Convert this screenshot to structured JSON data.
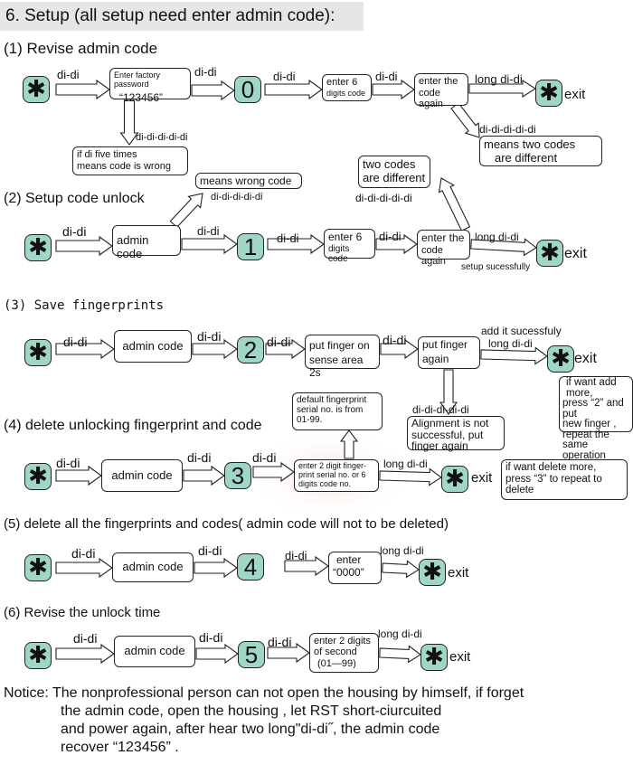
{
  "header": {
    "title": "6. Setup (all setup need enter admin code):"
  },
  "sections": [
    {
      "title": "(1) Revise  admin  code"
    },
    {
      "title": "(2) Setup  code  unlock"
    },
    {
      "title": "(3) Save  fingerprints"
    },
    {
      "title": "(4) delete unlocking  fingerprint and code"
    },
    {
      "title": "(5) delete  all  the fingerprints and codes( admin code will not to be deleted)"
    },
    {
      "title": "(6) Revise  the  unlock time"
    }
  ],
  "labels": {
    "didi": "di-di",
    "exit": "exit",
    "long_didi": "long  di-di",
    "five_didi": "di-di-di-di-di",
    "setup_success": "setup  sucessfully",
    "add_success": "add it sucessfuly"
  },
  "digits": [
    "0",
    "1",
    "2",
    "3",
    "4",
    "5"
  ],
  "s1": {
    "factory_line1": "Enter factory password",
    "factory_line2": "“123456”",
    "enter6_line1": "enter  6",
    "enter6_line2": "digits code",
    "again_line1": "enter  the",
    "again_line2": "code again",
    "five_times_line1": "if di five times",
    "five_times_line2": "means code is wrong",
    "mismatch_line1": "means two codes",
    "mismatch_line2": "are different"
  },
  "s2": {
    "admin": "admin code",
    "wrong": "means wrong code",
    "enter6_line1": "enter  6",
    "enter6_line2": "digits code",
    "again_line1": "enter  the",
    "again_line2": "code again",
    "different_line1": "two codes",
    "different_line2": "are different"
  },
  "s3": {
    "admin": "admin  code",
    "put_line1": "put finger on",
    "put_line2": "sense area 2s",
    "again_line1": "put finger",
    "again_line2": "again",
    "more_line1": "if want add more,",
    "more_line2": "press “2” and put",
    "more_line3": "new finger ,",
    "more_line4": "repeat the same",
    "more_line5": "operation",
    "align_line1": "Alignment is not",
    "align_line2": "successful, put",
    "align_line3": "finger again"
  },
  "s4": {
    "admin": "admin  code",
    "default_line1": "default fingerprint",
    "default_line2": "serial no. is from",
    "default_line3": "01-99.",
    "serial_line1": "enter 2 digit finger-",
    "serial_line2": "print serial no. or 6",
    "serial_line3": "digits code no.",
    "more_line1": "if want delete more,",
    "more_line2": "press “3” to repeat to",
    "more_line3": "delete"
  },
  "s5": {
    "admin": "admin  code",
    "enter_line1": "enter",
    "enter_line2": "“0000”"
  },
  "s6": {
    "admin": "admin  code",
    "second_line1": "enter 2 digits",
    "second_line2": "of second",
    "second_line3": "(01—99)"
  },
  "notice": {
    "line1": "Notice:  The  nonprofessional person can not open the housing by himself, if forget",
    "line2": "the admin code, open the housing , let RST short-ciurcuited",
    "line3": "and power again, after hear two long\"di-di˝, the  admin code",
    "line4": "recover  “123456” ."
  }
}
